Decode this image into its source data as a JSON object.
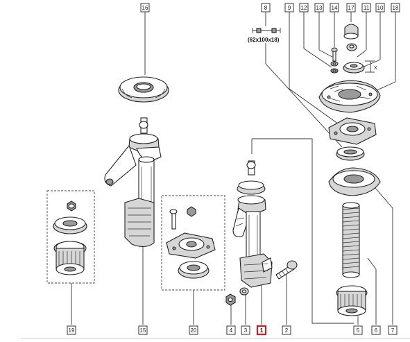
{
  "diagram": {
    "callouts": [
      {
        "id": "c16",
        "label": "16",
        "selected": false
      },
      {
        "id": "c8",
        "label": "8",
        "selected": false
      },
      {
        "id": "c9",
        "label": "9",
        "selected": false
      },
      {
        "id": "c12",
        "label": "12",
        "selected": false
      },
      {
        "id": "c13",
        "label": "13",
        "selected": false
      },
      {
        "id": "c14",
        "label": "14",
        "selected": false
      },
      {
        "id": "c17",
        "label": "17",
        "selected": false
      },
      {
        "id": "c11",
        "label": "11",
        "selected": false
      },
      {
        "id": "c10",
        "label": "10",
        "selected": false
      },
      {
        "id": "c18",
        "label": "18",
        "selected": false
      },
      {
        "id": "c19",
        "label": "19",
        "selected": false
      },
      {
        "id": "c15",
        "label": "15",
        "selected": false
      },
      {
        "id": "c20",
        "label": "20",
        "selected": false
      },
      {
        "id": "c4",
        "label": "4",
        "selected": false
      },
      {
        "id": "c3",
        "label": "3",
        "selected": false
      },
      {
        "id": "c1",
        "label": "1",
        "selected": true
      },
      {
        "id": "c2",
        "label": "2",
        "selected": false
      },
      {
        "id": "c5",
        "label": "5",
        "selected": false
      },
      {
        "id": "c6",
        "label": "6",
        "selected": false
      },
      {
        "id": "c7",
        "label": "7",
        "selected": false
      }
    ],
    "bearing_size": "(62x100x18)",
    "dimension_label": "X",
    "colors": {
      "selected": "#e0141e",
      "line": "#222222",
      "background": "#ffffff"
    }
  }
}
